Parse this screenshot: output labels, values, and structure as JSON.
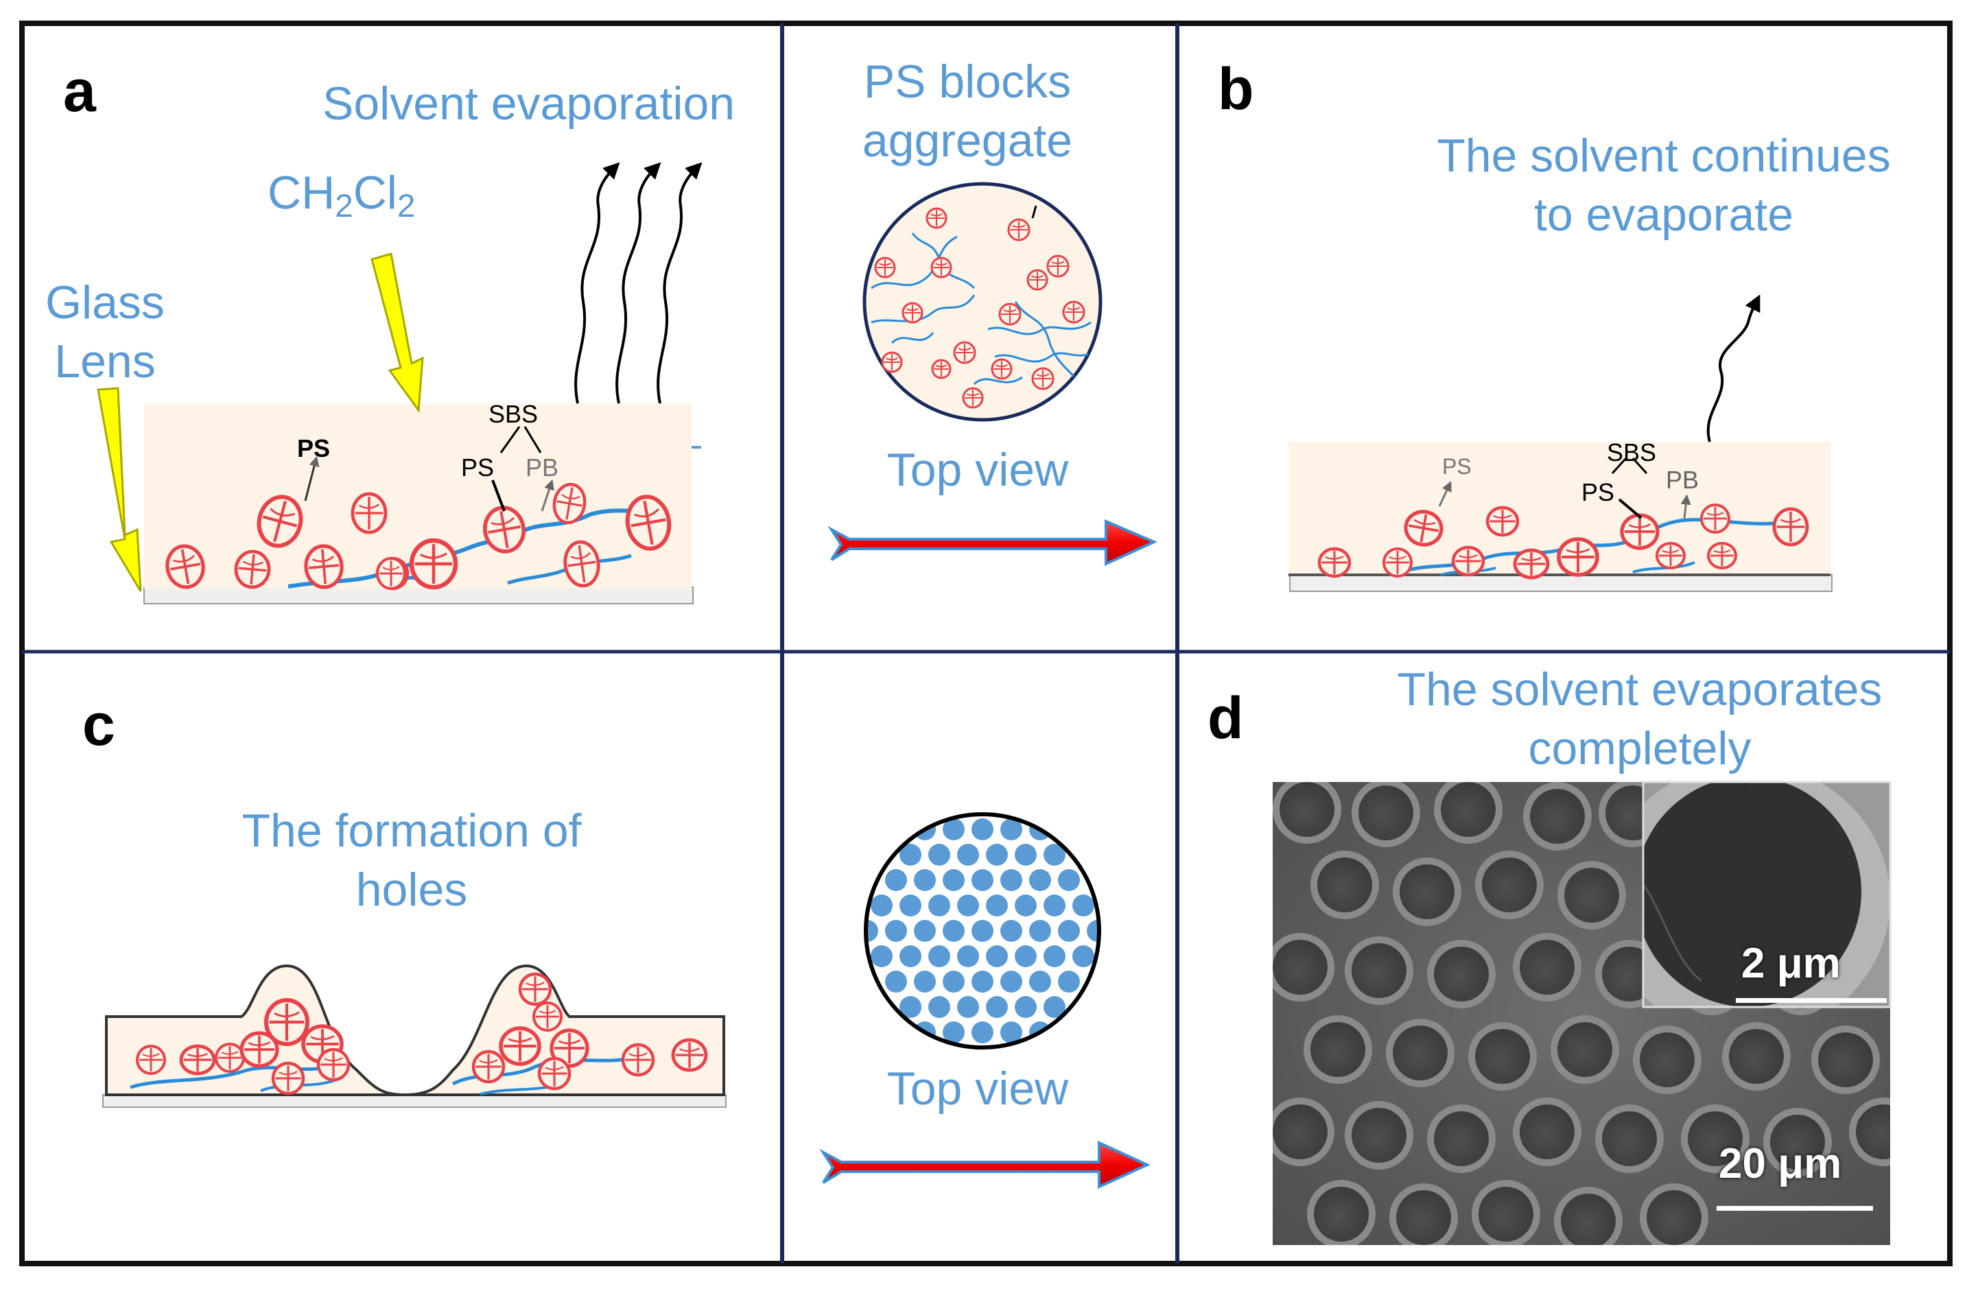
{
  "panels": {
    "a": {
      "label": "a",
      "solvent_evaporation": "Solvent evaporation",
      "solvent_formula": {
        "ch": "CH",
        "two_a": "2",
        "cl": "Cl",
        "two_b": "2"
      },
      "glass_lens_line1": "Glass",
      "glass_lens_line2": "Lens",
      "sbs": "SBS",
      "ps_left": "PS",
      "ps_right": "PS",
      "pb": "PB"
    },
    "middle_top": {
      "line1": "PS blocks",
      "line2": "aggregate",
      "top_view": "Top view"
    },
    "b": {
      "label": "b",
      "line1": "The solvent continues",
      "line2": "to evaporate",
      "sbs": "SBS",
      "ps_left": "PS",
      "ps_right": "PS",
      "pb": "PB"
    },
    "c": {
      "label": "c",
      "line1": "The formation of",
      "line2": "holes"
    },
    "middle_bottom": {
      "top_view": "Top view"
    },
    "d": {
      "label": "d",
      "line1": "The solvent evaporates",
      "line2": "completely",
      "inset_scale": "2 μm",
      "main_scale": "20 μm"
    }
  },
  "colors": {
    "text_blue": "#5b9bd5",
    "film": "#fdf3e6",
    "ps_red": "#e8424a",
    "pb_blue": "#2a8bd6",
    "arrow_red": "#f20d0d",
    "arrow_blue": "#3d8fd6",
    "divider": "#1a2a5c",
    "lens_yellow": "#ffff00",
    "dot_blue": "#5b9bd5"
  }
}
